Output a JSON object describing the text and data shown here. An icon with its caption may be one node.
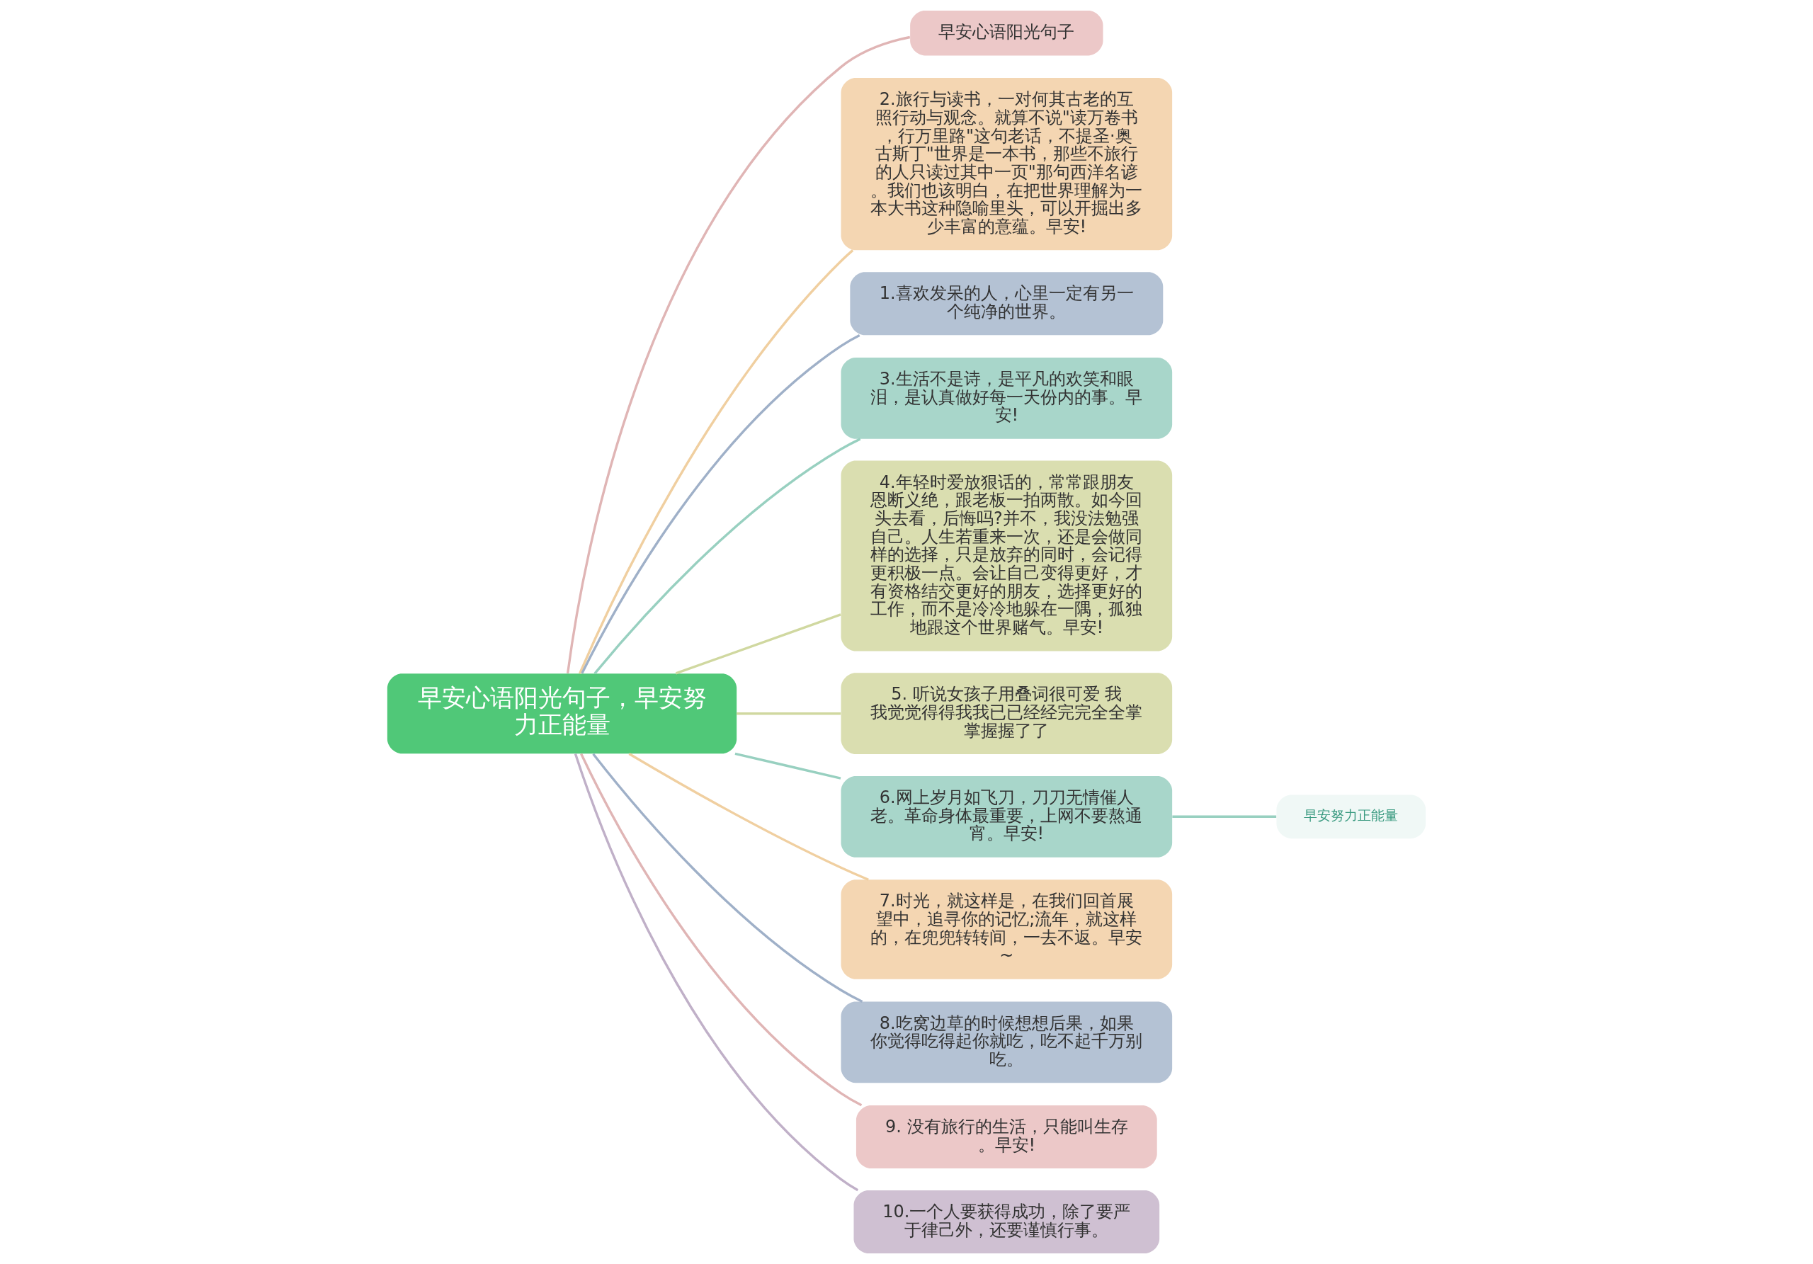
{
  "diagram": {
    "nodes": [
      {
        "text": [
          "早安心语阳光句子，早安努力正能量"
        ]
      },
      {
        "text": [
          "早安心语阳光句子"
        ]
      },
      {
        "text": [
          "2.旅行与读书，一对何其古老的互照行动与观念。就算不说\"读万卷书，行万里路\"这句老话，不提圣·奥古斯丁\"世界是一本书，那些不旅行的人只读过其中一页\"那句西洋名谚。我们也该明白，在把世界理解为一本大书这种隐喻里头，可以开掘出多少丰富的意蕴。早安!"
        ]
      },
      {
        "text": [
          "1.喜欢发呆的人，心里一定有另一个纯净的世界。"
        ]
      },
      {
        "text": [
          "3.生活不是诗，是平凡的欢笑和眼泪，是认真做好每一天份内的事。早安!"
        ]
      },
      {
        "text": [
          "4.年轻时爱放狠话的，常常跟朋友恩断义绝，跟老板一拍两散。如今回头去看，后悔吗?并不，我没法勉强自己。人生若重来一次，还是会做同样的选择，只是放弃的同时，会记得更积极一点。会让自己变得更好，才有资格结交更好的朋友，选择更好的工作，而不是冷冷地躲在一隅，孤独地跟这个世界赌气。早安!"
        ]
      },
      {
        "text": [
          "5. 听说女孩子用叠词很可爱 我我觉觉得得我我已已经经完完全全掌掌握握了了"
        ]
      },
      {
        "text": [
          "6.网上岁月如飞刀，刀刀无情催人老。革命身体最重要，上网不要熬通宵。早安!"
        ]
      },
      {
        "text": [
          "7.时光，就这样是，在我们回首展望中，追寻你的记忆;流年，就这样的，在兜兜转转间，一去不返。早安~"
        ]
      },
      {
        "text": [
          "8.吃窝边草的时候想想后果，如果你觉得吃得起你就吃，吃不起千万别吃。"
        ]
      },
      {
        "text": [
          "9. 没有旅行的生活，只能叫生存。早安!"
        ]
      },
      {
        "text": [
          "10.一个人要获得成功，除了要严于律己外，还要谨慎行事。"
        ]
      },
      {
        "text": [
          "早安努力正能量"
        ]
      }
    ],
    "edges": [
      {
        "from": 0,
        "to": 1,
        "arrow": "none",
        "color": "#e0b5b5"
      },
      {
        "from": 0,
        "to": 2,
        "arrow": "none",
        "color": "#f0cfa0"
      },
      {
        "from": 0,
        "to": 3,
        "arrow": "none",
        "color": "#9fb0c8"
      },
      {
        "from": 0,
        "to": 4,
        "arrow": "none",
        "color": "#98d0c0"
      },
      {
        "from": 0,
        "to": 5,
        "arrow": "none",
        "color": "#d0d8a0"
      },
      {
        "from": 0,
        "to": 6,
        "arrow": "none",
        "color": "#d0d8a0"
      },
      {
        "from": 0,
        "to": 7,
        "arrow": "none",
        "color": "#98d0c0"
      },
      {
        "from": 0,
        "to": 8,
        "arrow": "none",
        "color": "#f0cfa0"
      },
      {
        "from": 0,
        "to": 9,
        "arrow": "none",
        "color": "#9fb0c8"
      },
      {
        "from": 0,
        "to": 10,
        "arrow": "none",
        "color": "#e0b5b5"
      },
      {
        "from": 0,
        "to": 11,
        "arrow": "none",
        "color": "#c0b0c8"
      },
      {
        "from": 7,
        "to": 12,
        "arrow": "none",
        "color": "#98d0c0"
      }
    ]
  }
}
